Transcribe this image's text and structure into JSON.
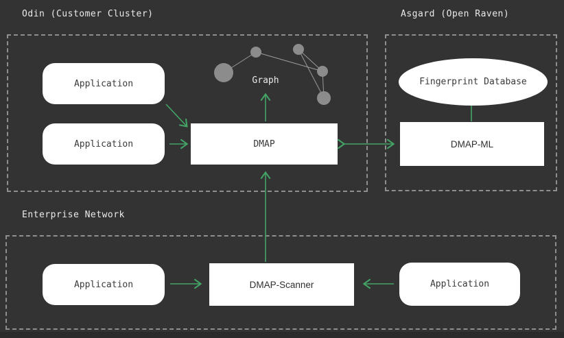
{
  "clusters": {
    "odin": {
      "title": "Odin (Customer Cluster)"
    },
    "asgard": {
      "title": "Asgard (Open Raven)"
    },
    "enterprise": {
      "title": "Enterprise Network"
    }
  },
  "nodes": {
    "app_top_1": {
      "label": "Application",
      "shape": "rounded-rectangle"
    },
    "app_top_2": {
      "label": "Application",
      "shape": "rounded-rectangle"
    },
    "dmap": {
      "label": "DMAP",
      "shape": "rectangle"
    },
    "graph": {
      "label": "Graph",
      "shape": "network-graph"
    },
    "fingerprint_db": {
      "label": "Fingerprint Database",
      "shape": "ellipse"
    },
    "dmap_ml": {
      "label": "DMAP-ML",
      "shape": "rectangle"
    },
    "app_bottom_left": {
      "label": "Application",
      "shape": "rounded-rectangle"
    },
    "dmap_scanner": {
      "label": "DMAP-Scanner",
      "shape": "rectangle"
    },
    "app_bottom_right": {
      "label": "Application",
      "shape": "rounded-rectangle"
    }
  },
  "connections": [
    {
      "from": "app_top_1",
      "to": "dmap",
      "type": "arrow"
    },
    {
      "from": "app_top_2",
      "to": "dmap",
      "type": "arrow"
    },
    {
      "from": "dmap",
      "to": "graph",
      "type": "arrow"
    },
    {
      "from": "dmap",
      "to": "dmap_ml",
      "type": "bidirectional-arrow"
    },
    {
      "from": "fingerprint_db",
      "to": "dmap_ml",
      "type": "line"
    },
    {
      "from": "dmap_scanner",
      "to": "dmap",
      "type": "arrow"
    },
    {
      "from": "app_bottom_left",
      "to": "dmap_scanner",
      "type": "arrow"
    },
    {
      "from": "app_bottom_right",
      "to": "dmap_scanner",
      "type": "arrow"
    }
  ],
  "colors": {
    "background": "#333333",
    "background_bottom": "#2b2b2b",
    "cluster_border": "#8f8f8f",
    "label_text": "#eaeaea",
    "node_fill": "#ffffff",
    "node_text": "#3a3a3a",
    "arrow_green": "#43a566",
    "graph_node": "#8c8c8c",
    "graph_edge": "#9a9a9a"
  }
}
